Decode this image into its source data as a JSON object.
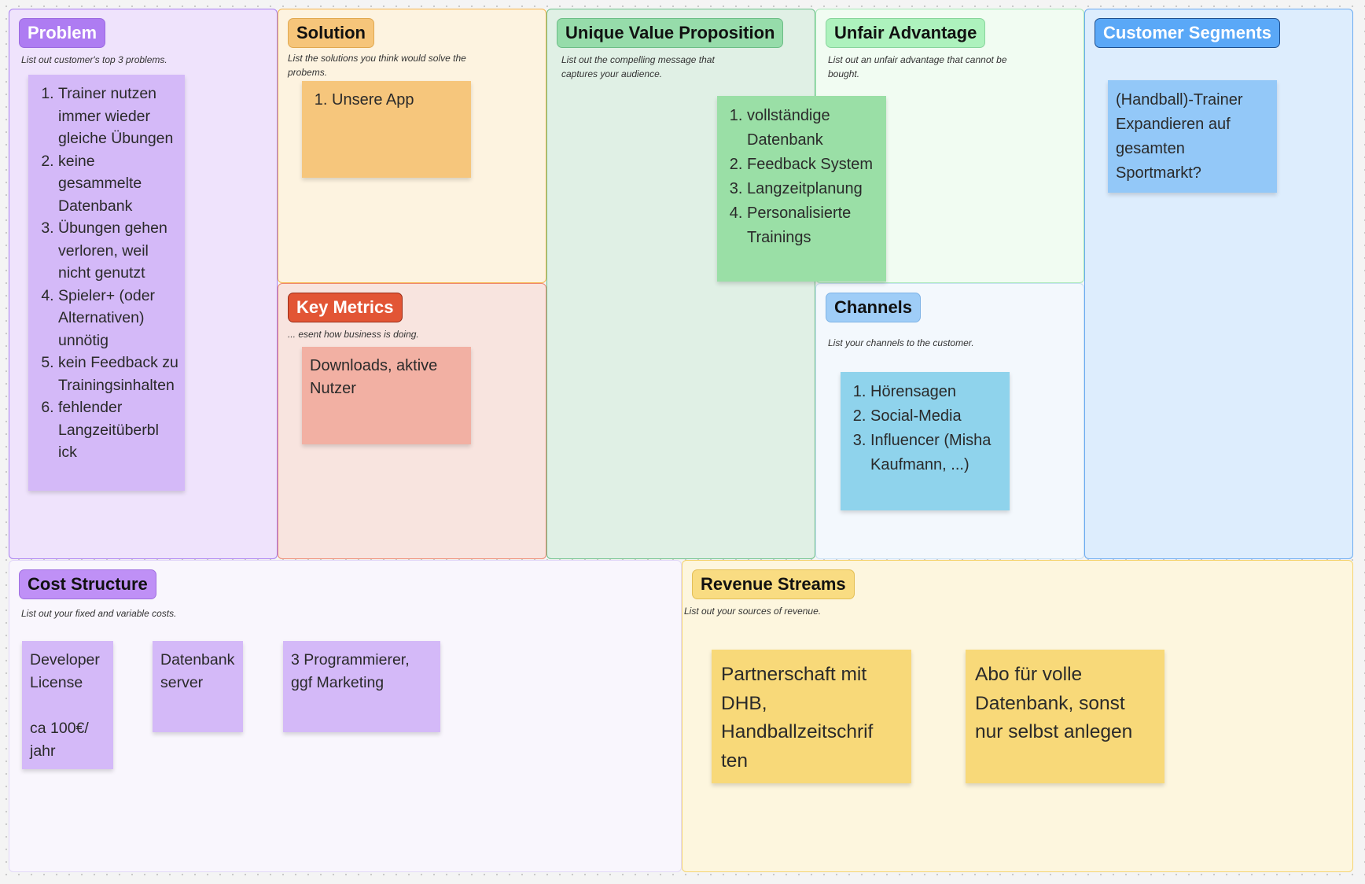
{
  "problem": {
    "title": "Problem",
    "hint": "List out customer's top 3 problems.",
    "items": [
      "Trainer nutzen immer wieder gleiche Übungen",
      "keine gesammelte Datenbank",
      "Übungen gehen verloren, weil nicht genutzt",
      "Spieler+ (oder Alternativen) unnötig",
      "kein Feedback zu Trainingsinhalten",
      "fehlender Langzeitüberbl ick"
    ]
  },
  "solution": {
    "title": "Solution",
    "hint": "List the solutions you think would solve the probems.",
    "items": [
      "Unsere App"
    ]
  },
  "key_metrics": {
    "title": "Key Metrics",
    "hint": "... esent how business is doing.",
    "note": "Downloads, aktive Nutzer"
  },
  "uvp": {
    "title": "Unique Value Proposition",
    "hint": "List out the compelling message that captures your audience.",
    "items": [
      "vollständige Datenbank",
      "Feedback System",
      "Langzeitplanung",
      "Personalisierte Trainings"
    ]
  },
  "unfair": {
    "title": "Unfair Advantage",
    "hint": "List out an unfair advantage that cannot be bought."
  },
  "channels": {
    "title": "Channels",
    "hint": "List your channels to the customer.",
    "items": [
      "Hörensagen",
      "Social-Media",
      "Influencer (Misha Kaufmann, ...)"
    ]
  },
  "segments": {
    "title": "Customer Segments",
    "note": "(Handball)-Trainer\nExpandieren auf gesamten Sportmarkt?"
  },
  "cost": {
    "title": "Cost Structure",
    "hint": "List out your fixed and variable costs.",
    "notes": [
      "Developer License\n\nca 100€/ jahr",
      "Datenbank server",
      "3 Programmierer, ggf Marketing"
    ]
  },
  "revenue": {
    "title": "Revenue Streams",
    "hint": "List out your sources of revenue.",
    "notes": [
      "Partnerschaft mit DHB, Handballzeitschrif ten",
      "Abo für volle Datenbank, sonst nur selbst anlegen"
    ]
  }
}
